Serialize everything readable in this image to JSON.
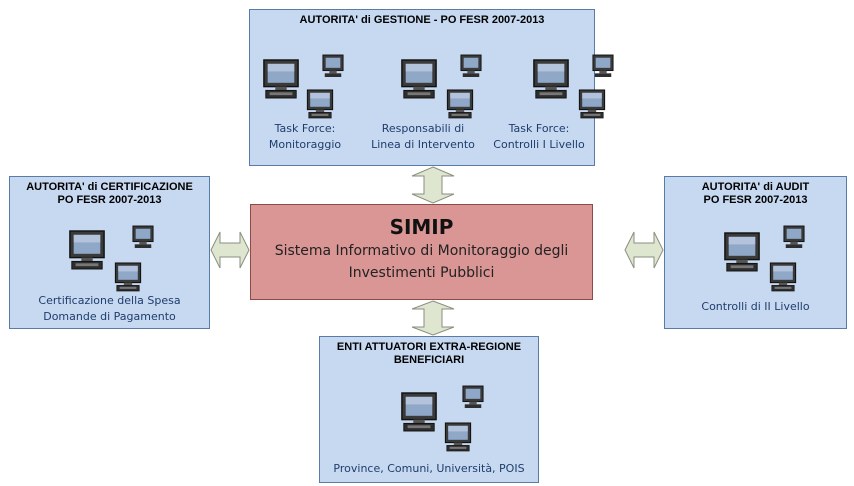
{
  "top": {
    "title": "AUTORITA' di GESTIONE - PO FESR 2007-2013",
    "labels": [
      "Task Force:\nMonitoraggio",
      "Responsabili di\nLinea di Intervento",
      "Task Force:\nControlli I Livello"
    ]
  },
  "left": {
    "title_line1": "AUTORITA' di CERTIFICAZIONE",
    "title_line2": "PO FESR 2007-2013",
    "label_line1": "Certificazione della Spesa",
    "label_line2": "Domande di Pagamento"
  },
  "right": {
    "title_line1": "AUTORITA' di AUDIT",
    "title_line2": "PO FESR 2007-2013",
    "label": "Controlli di II Livello"
  },
  "bottom": {
    "title_line1": "ENTI ATTUATORI EXTRA-REGIONE",
    "title_line2": "BENEFICIARI",
    "label": "Province, Comuni, Università, POIS"
  },
  "center": {
    "title": "SIMIP",
    "subtitle_line1": "Sistema Informativo di Monitoraggio degli",
    "subtitle_line2": "Investimenti Pubblici"
  }
}
